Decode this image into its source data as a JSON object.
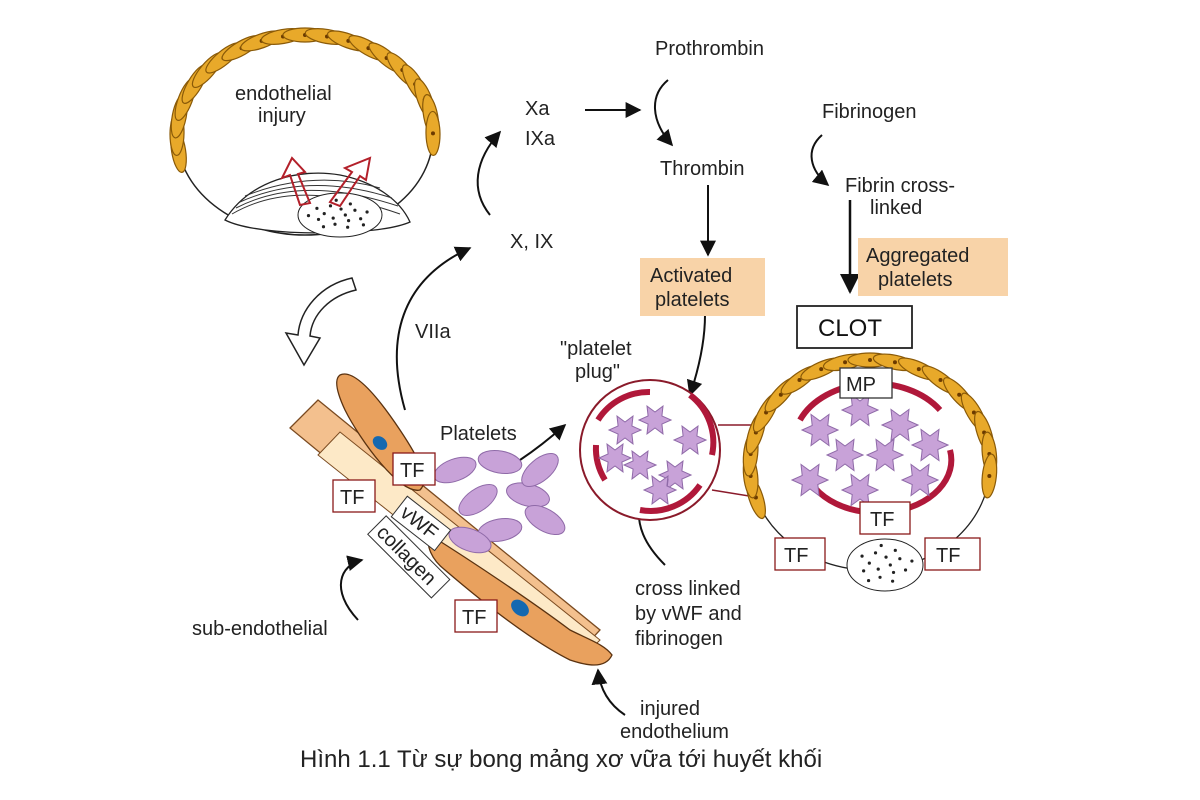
{
  "labels": {
    "endothelial_injury_1": "endothelial",
    "endothelial_injury_2": "injury",
    "prothrombin": "Prothrombin",
    "xa": "Xa",
    "ixa": "IXa",
    "thrombin": "Thrombin",
    "fibrinogen": "Fibrinogen",
    "fibrin_1": "Fibrin cross-",
    "fibrin_2": "linked",
    "x_ix": "X, IX",
    "viia": "VIIa",
    "activated_1": "Activated",
    "activated_2": "platelets",
    "aggregated_1": "Aggregated",
    "aggregated_2": "platelets",
    "clot": "CLOT",
    "mp": "MP",
    "plug_1": "\"platelet",
    "plug_2": "plug\"",
    "platelets": "Platelets",
    "tf": "TF",
    "vwf": "vWF",
    "collagen": "collagen",
    "crosslinked_1": "cross linked",
    "crosslinked_2": "by vWF and",
    "crosslinked_3": "fibrinogen",
    "subendothelial": "sub-endothelial",
    "injured_1": "injured",
    "injured_2": "endothelium"
  },
  "caption": "Hình 1.1 Từ sự bong mảng xơ vữa tới huyết khối",
  "colors": {
    "endothelium": "#e8a92a",
    "endothelium_stroke": "#8a5a08",
    "platelet": "#c8a2d8",
    "platelet_stroke": "#8f6aa8",
    "fibrin": "#b0183a",
    "highlight_box": "#f8d3a8",
    "subendo_band": "#f3c08e",
    "cell_body": "#e9a15e",
    "nucleus": "#1468b0"
  }
}
